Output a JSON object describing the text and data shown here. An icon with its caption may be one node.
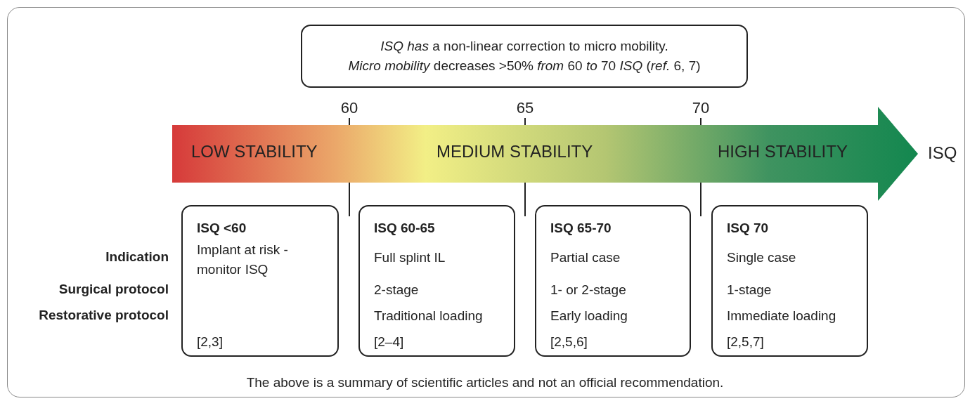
{
  "diagram": {
    "caption": "The above is a summary of scientific articles and not an official recommendation.",
    "nodes": [
      {
        "text": [
          "*ISQ has* a non-linear correction to micro mobility.",
          "*Micro mobility* decreases >50% *from* 60 *to* 70 *ISQ* (*ref.* 6, 7)"
        ]
      },
      {
        "text": [
          "LOW STABILITY",
          "MEDIUM STABILITY",
          "HIGH STABILITY"
        ],
        "beside": [
          "ISQ"
        ]
      },
      {
        "text": [
          "ISQ <60",
          "Implant at risk - monitor ISQ",
          "[2,3]"
        ]
      },
      {
        "text": [
          "ISQ 60-65",
          "Full splint IL",
          "2-stage",
          "Traditional loading",
          "[2–4]"
        ]
      },
      {
        "text": [
          "ISQ 65-70",
          "Partial case",
          "1- or 2-stage",
          "Early loading",
          "[2,5,6]"
        ]
      },
      {
        "text": [
          "ISQ 70",
          "Single case",
          "1-stage",
          "Immediate loading",
          "[2,5,7]"
        ]
      }
    ],
    "edges": [],
    "labels": [
      "60",
      "65",
      "70",
      "Indication",
      "Surgical protocol",
      "Restorative protocol"
    ]
  }
}
